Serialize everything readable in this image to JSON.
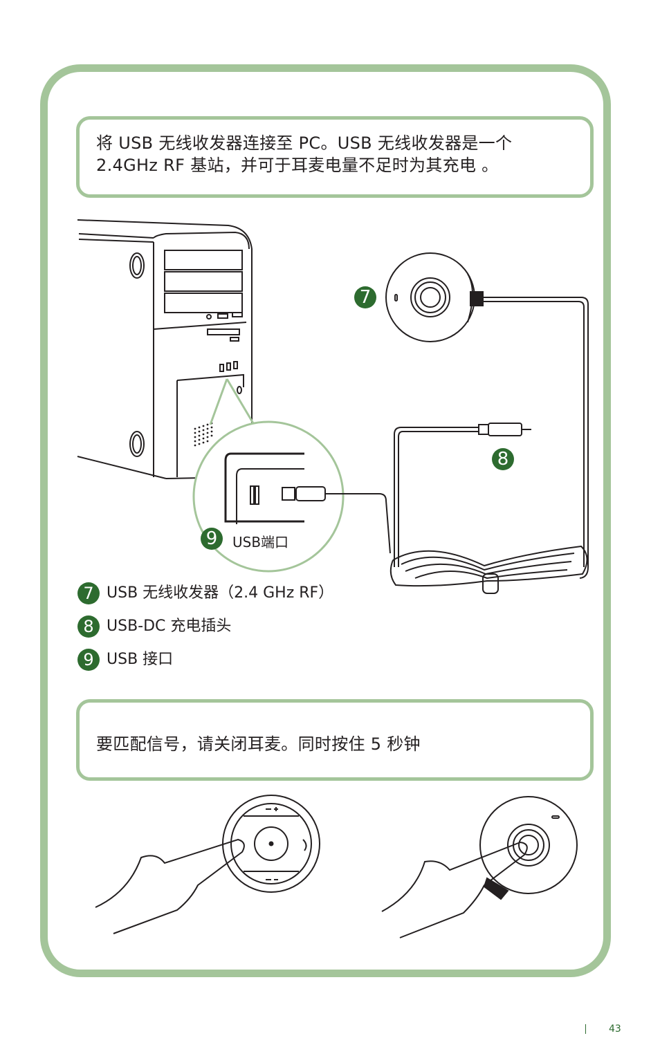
{
  "callouts": {
    "connect_instruction": "将 USB 无线收发器连接至 PC。USB 无线收发器是一个 2.4GHz RF 基站，并可于耳麦电量不足时为其充电 。",
    "pairing_instruction": "要匹配信号，请关闭耳麦。同时按住 5 秒钟"
  },
  "diagram": {
    "usb_port_label": "USB端口",
    "badges": {
      "seven": "7",
      "eight": "8",
      "nine": "9"
    }
  },
  "legend": [
    {
      "number": "7",
      "label": "USB 无线收发器（2.4 GHz RF）"
    },
    {
      "number": "8",
      "label": "USB-DC 充电插头"
    },
    {
      "number": "9",
      "label": "USB 接口"
    }
  ],
  "page": {
    "number": "43"
  },
  "colors": {
    "frame_green": "#a4c59a",
    "badge_green": "#2d6b2f",
    "line": "#231f20"
  }
}
